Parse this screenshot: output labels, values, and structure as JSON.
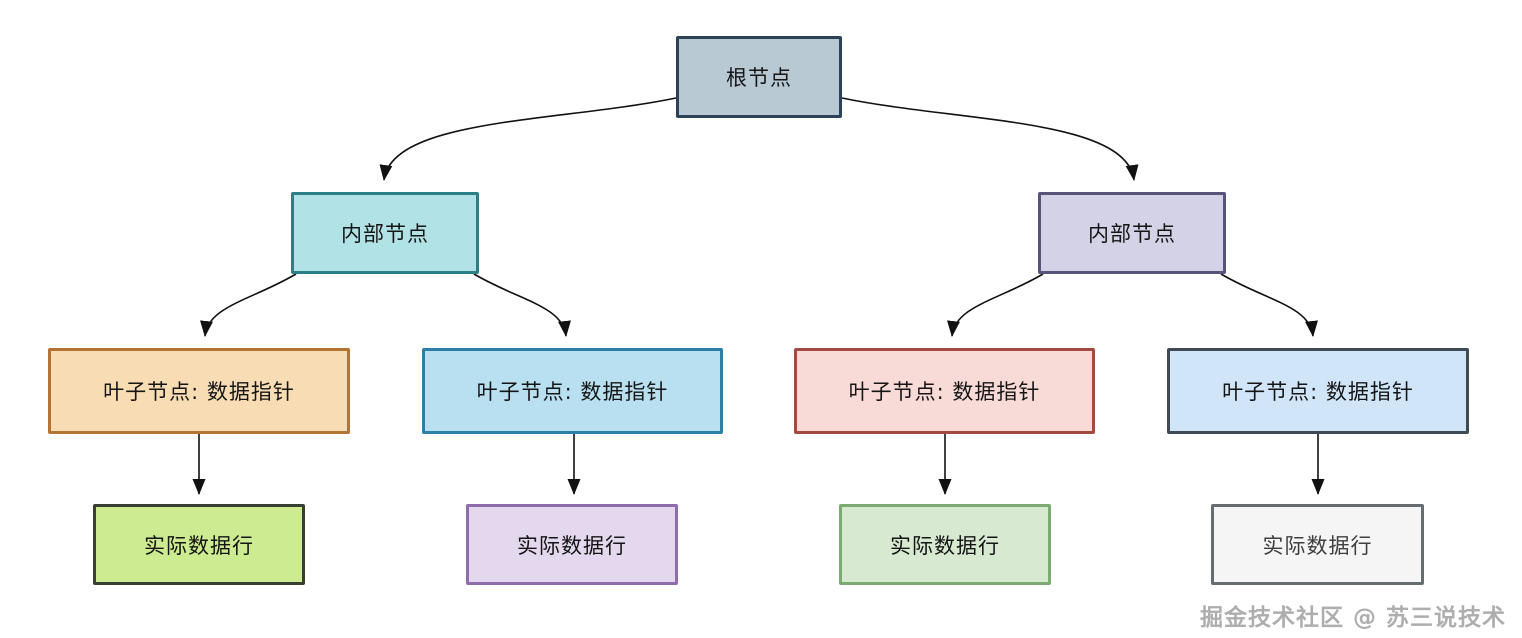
{
  "diagram": {
    "type": "tree",
    "description_labels": {
      "root": "根节点",
      "internal": "内部节点",
      "leaf": "叶子节点: 数据指针",
      "data_row": "实际数据行"
    },
    "nodes": {
      "root": {
        "label": "根节点",
        "fill": "#b9c9d4",
        "border": "#2b4257"
      },
      "internal_left": {
        "label": "内部节点",
        "fill": "#b0e2e6",
        "border": "#2a8086"
      },
      "internal_right": {
        "label": "内部节点",
        "fill": "#d4d2e6",
        "border": "#57547a"
      },
      "leaf_1": {
        "label": "叶子节点: 数据指针",
        "fill": "#f7dcb4",
        "border": "#b57433"
      },
      "leaf_2": {
        "label": "叶子节点: 数据指针",
        "fill": "#b8e0f0",
        "border": "#2e7fa8"
      },
      "leaf_3": {
        "label": "叶子节点: 数据指针",
        "fill": "#f8dad6",
        "border": "#a34a41"
      },
      "leaf_4": {
        "label": "叶子节点: 数据指针",
        "fill": "#d0e5f8",
        "border": "#3f4a55"
      },
      "data_1": {
        "label": "实际数据行",
        "fill": "#cdeb90",
        "border": "#363f30"
      },
      "data_2": {
        "label": "实际数据行",
        "fill": "#e4d8ee",
        "border": "#8e6dab"
      },
      "data_3": {
        "label": "实际数据行",
        "fill": "#d7e9d1",
        "border": "#7cab71"
      },
      "data_4": {
        "label": "实际数据行",
        "fill": "#f5f5f5",
        "border": "#666d70",
        "text": "#3f3f3f"
      }
    },
    "edges": [
      {
        "from": "root",
        "to": "internal_left"
      },
      {
        "from": "root",
        "to": "internal_right"
      },
      {
        "from": "internal_left",
        "to": "leaf_1"
      },
      {
        "from": "internal_left",
        "to": "leaf_2"
      },
      {
        "from": "internal_right",
        "to": "leaf_3"
      },
      {
        "from": "internal_right",
        "to": "leaf_4"
      },
      {
        "from": "leaf_1",
        "to": "data_1"
      },
      {
        "from": "leaf_2",
        "to": "data_2"
      },
      {
        "from": "leaf_3",
        "to": "data_3"
      },
      {
        "from": "leaf_4",
        "to": "data_4"
      }
    ],
    "edge_color": "#111111"
  },
  "watermark": {
    "text": "掘金技术社区 @ 苏三说技术"
  }
}
